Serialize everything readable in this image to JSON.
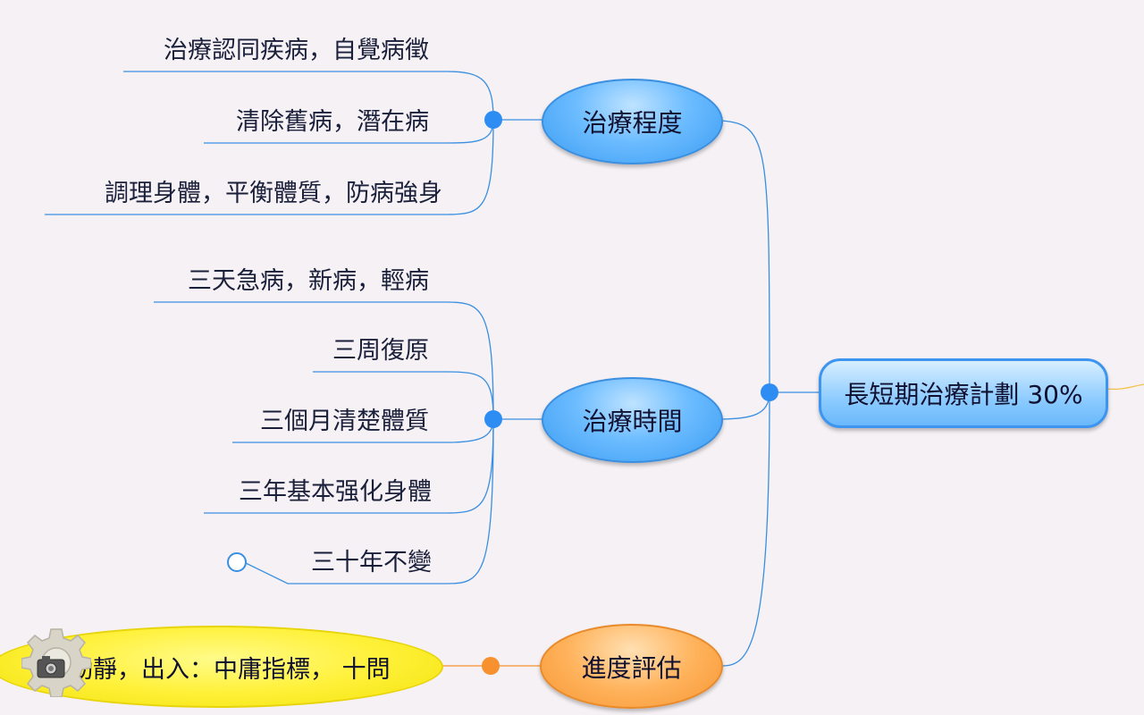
{
  "root": {
    "label": "長短期治療計劃 30%"
  },
  "branches": [
    {
      "label": "治療程度",
      "leaves": [
        "治療認同疾病，自覺病徵",
        "清除舊病，潛在病",
        "調理身體，平衡體質，防病強身"
      ]
    },
    {
      "label": "治療時間",
      "leaves": [
        "三天急病，新病，輕病",
        "三周復原",
        "三個月清楚體質",
        "三年基本强化身體",
        "三十年不變"
      ]
    },
    {
      "label": "進度評估",
      "leaves": [
        "動靜，出入：中庸指標， 十問"
      ]
    }
  ],
  "icons": [
    "gear-icon",
    "camera-icon"
  ],
  "colors": {
    "background": "#f5f1f5",
    "blue_node": "#6cbcff",
    "orange_node": "#ffb35c",
    "yellow_node": "#fff13a",
    "line_blue": "#3a8fe0",
    "line_orange": "#f7902e"
  }
}
